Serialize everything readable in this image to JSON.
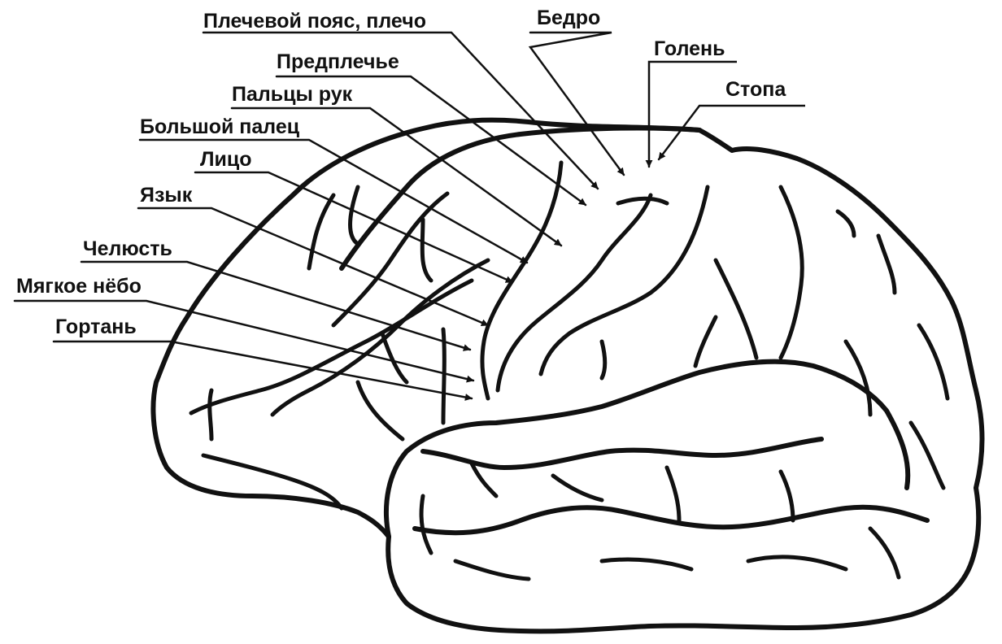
{
  "labels": {
    "shoulder": "Плечевой пояс, плечо",
    "thigh": "Бедро",
    "forearm": "Предплечье",
    "shin": "Голень",
    "fingers": "Пальцы рук",
    "foot": "Стопа",
    "thumb": "Большой палец",
    "face": "Лицо",
    "tongue": "Язык",
    "jaw": "Челюсть",
    "soft_palate": "Мягкое нёбо",
    "larynx": "Гортань"
  },
  "colors": {
    "ink": "#111111",
    "background": "#ffffff"
  }
}
